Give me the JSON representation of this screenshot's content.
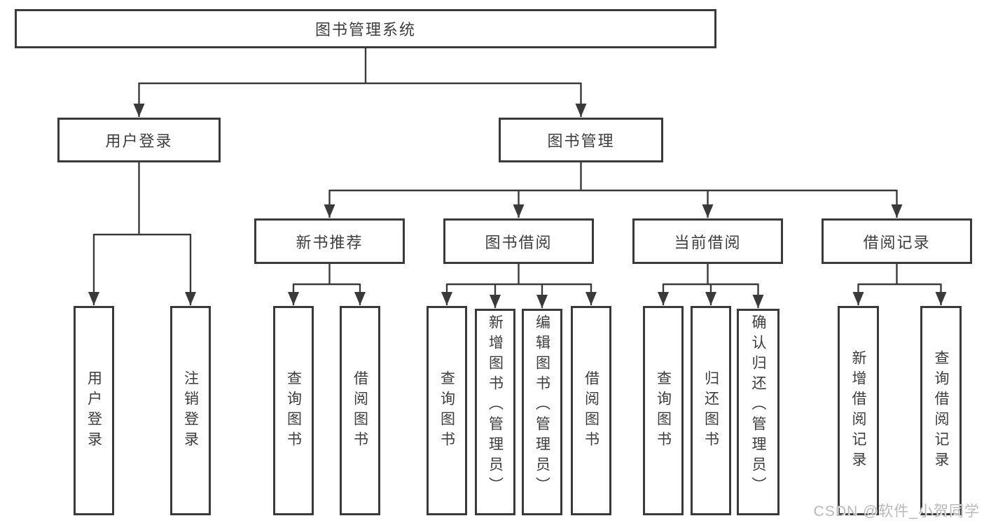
{
  "colors": {
    "background": "#ffffff",
    "line": "#3a3a3a",
    "text": "#3d3d3d",
    "watermark": "#b9b9b9"
  },
  "watermark": {
    "text": "CSDN @软件_小贺同学"
  },
  "tree": {
    "root": {
      "label": "图书管理系统"
    },
    "user_login": {
      "label": "用户登录",
      "children": {
        "login": {
          "label": "用户登录"
        },
        "logout": {
          "label": "注销登录"
        }
      }
    },
    "book_mgmt": {
      "label": "图书管理",
      "children": {
        "new_book_rec": {
          "label": "新书推荐",
          "children": {
            "query_books": {
              "label": "查询图书"
            },
            "borrow_books": {
              "label": "借阅图书"
            }
          }
        },
        "book_borrow": {
          "label": "图书借阅",
          "children": {
            "query_books": {
              "label": "查询图书"
            },
            "add_books": {
              "label": "新增图书（管理员）"
            },
            "edit_books": {
              "label": "编辑图书（管理员）"
            },
            "borrow_books": {
              "label": "借阅图书"
            }
          }
        },
        "current_borrow": {
          "label": "当前借阅",
          "children": {
            "query_books": {
              "label": "查询图书"
            },
            "return_books": {
              "label": "归还图书"
            },
            "confirm_return": {
              "label": "确认归还（管理员）"
            }
          }
        },
        "borrow_records": {
          "label": "借阅记录",
          "children": {
            "add_record": {
              "label": "新增借阅记录"
            },
            "query_record": {
              "label": "查询借阅记录"
            }
          }
        }
      }
    }
  }
}
